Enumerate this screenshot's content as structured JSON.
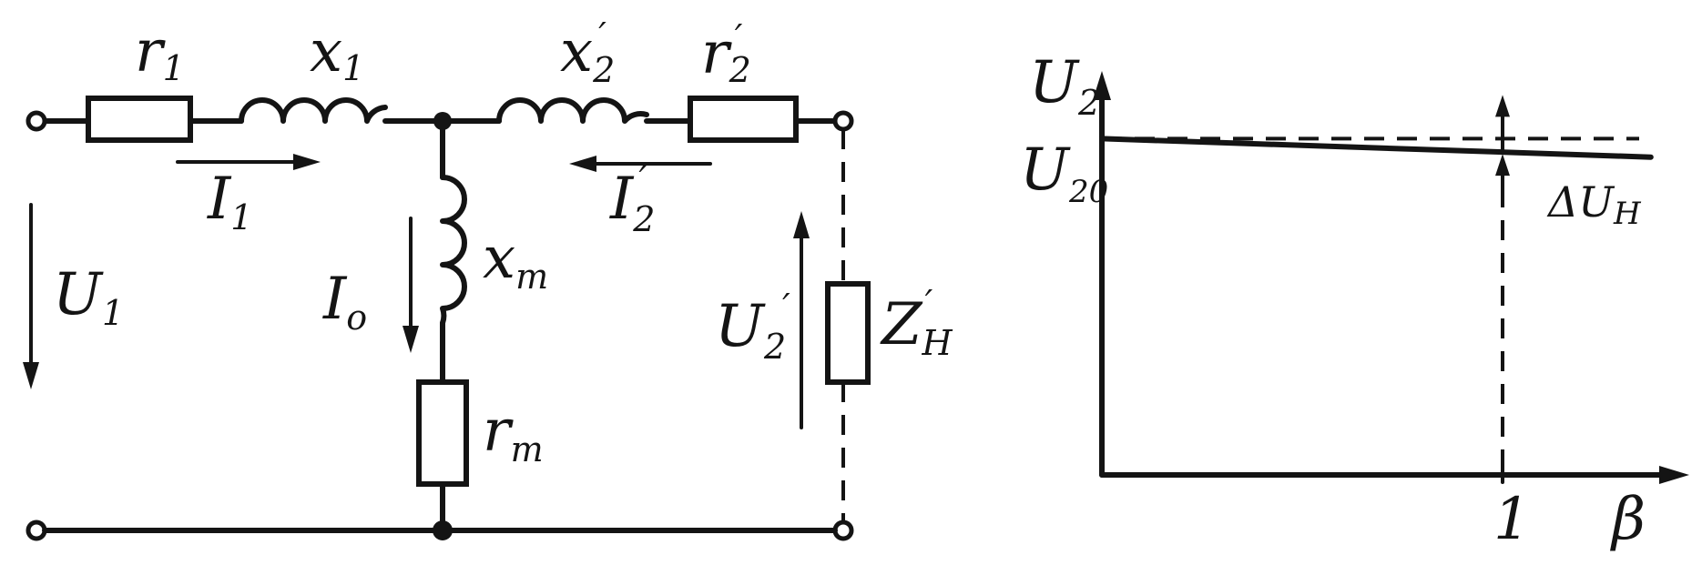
{
  "circuit": {
    "labels": {
      "r1_main": "r",
      "r1_sub": "1",
      "x1_main": "x",
      "x1_sub": "1",
      "x2_main": "x",
      "x2_sub": "2",
      "x2_prime": "′",
      "r2_main": "r",
      "r2_sub": "2",
      "r2_prime": "′",
      "i1_main": "I",
      "i1_sub": "1",
      "i2_main": "I",
      "i2_sub": "2",
      "i2_prime": "′",
      "u1_main": "U",
      "u1_sub": "1",
      "i0_main": "I",
      "i0_sub": "o",
      "xm_main": "x",
      "xm_sub": "m",
      "rm_main": "r",
      "rm_sub": "m",
      "u2_main": "U",
      "u2_sub": "2",
      "u2_prime": "′",
      "zh_main": "Z",
      "zh_sub": "H",
      "zh_prime": "′"
    }
  },
  "graph": {
    "y_axis_main": "U",
    "y_axis_sub": "2",
    "u20_main": "U",
    "u20_sub": "20",
    "delta_label": "ΔU",
    "delta_sub": "H",
    "tick_one": "1",
    "x_axis": "β"
  },
  "chart_data": {
    "type": "line",
    "series": [
      {
        "x": [
          0,
          1,
          1.37
        ],
        "y": [
          1.0,
          0.96,
          0.945
        ]
      }
    ],
    "reference_line": {
      "y": 1.0,
      "style": "dashed"
    },
    "marker_x": 1,
    "ylim": [
      0,
      1.25
    ]
  }
}
